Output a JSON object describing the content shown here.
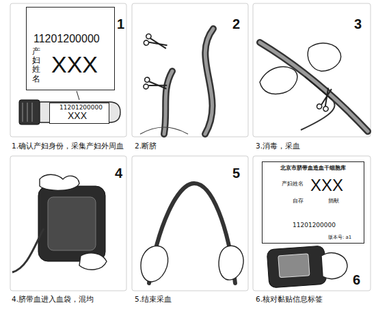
{
  "diagram": {
    "nodes": [
      {
        "text": [
          "11201200000",
          "产妇姓名",
          "XXX"
        ]
      },
      {
        "text": [
          "11201200000",
          "XXX"
        ]
      },
      {
        "text": [
          "北京市脐带血造血干细胞库",
          "产妇姓名",
          "XXX",
          "自存",
          "捐献",
          "11201200000",
          "版本号: a1"
        ]
      }
    ],
    "labels": [
      "1",
      "2",
      "3",
      "4",
      "5",
      "6",
      "1.确认产妇身份，采集产妇外周血",
      "2.断脐",
      "3.消毒，采血",
      "4.脐带血进入血袋，混均",
      "5.结束采血",
      "6.核对黏贴信息标签"
    ]
  }
}
